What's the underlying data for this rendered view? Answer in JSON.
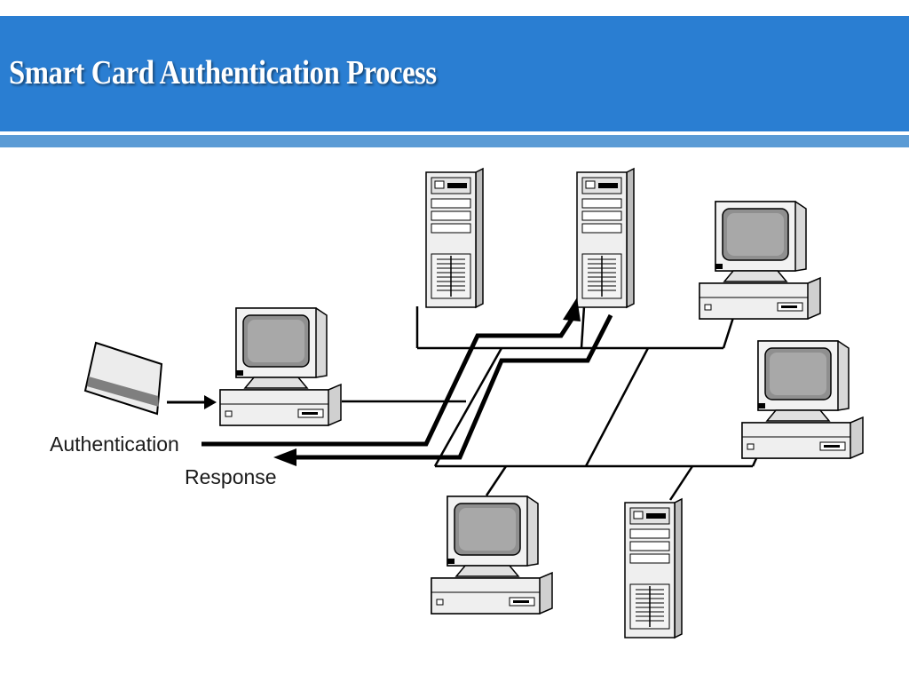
{
  "slide": {
    "title": "Smart Card Authentication Process"
  },
  "diagram": {
    "labels": {
      "authentication": "Authentication",
      "response": "Response"
    },
    "colors": {
      "header": "#2a7ed2",
      "stripe": "#5b9bd5",
      "line": "#000000"
    }
  }
}
